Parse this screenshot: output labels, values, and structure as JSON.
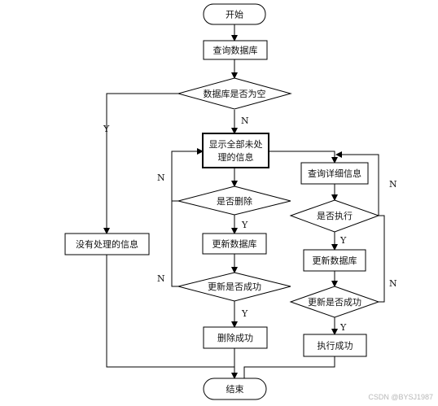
{
  "nodes": {
    "start": "开始",
    "query_db": "查询数据库",
    "db_empty": "数据库是否为空",
    "show_unhandled_1": "显示全部未处",
    "show_unhandled_2": "理的信息",
    "no_unhandled": "没有处理的信息",
    "query_detail": "查询详细信息",
    "is_delete": "是否删除",
    "is_execute": "是否执行",
    "update_db_left": "更新数据库",
    "update_db_right": "更新数据库",
    "update_ok_left": "更新是否成功",
    "update_ok_right": "更新是否成功",
    "delete_ok": "删除成功",
    "execute_ok": "执行成功",
    "end": "结束"
  },
  "edge_labels": {
    "yes": "Y",
    "no": "N"
  },
  "watermark": "CSDN @BYSJ1987"
}
